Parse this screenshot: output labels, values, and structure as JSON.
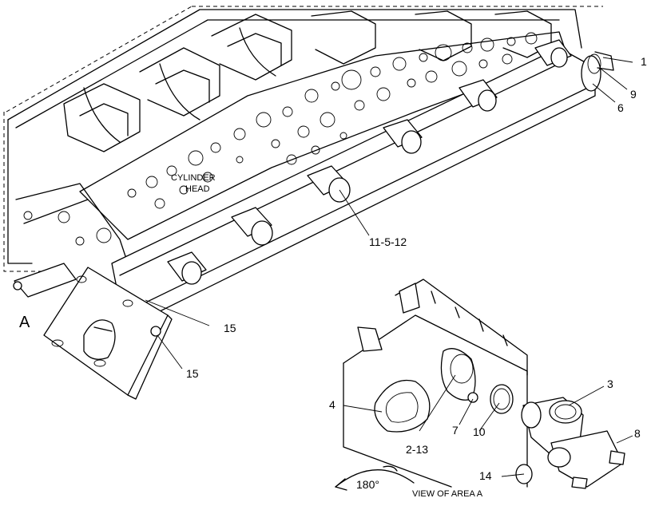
{
  "labels": {
    "cylinder_head_line1": "CYLINDER",
    "cylinder_head_line2": "HEAD",
    "view_letter": "A",
    "rotation": "180°",
    "view_caption": "VIEW OF AREA A"
  },
  "callouts": [
    "1",
    "9",
    "6",
    "11-5-12",
    "15",
    "15",
    "3",
    "8",
    "4",
    "2-13",
    "7",
    "10",
    "14"
  ]
}
